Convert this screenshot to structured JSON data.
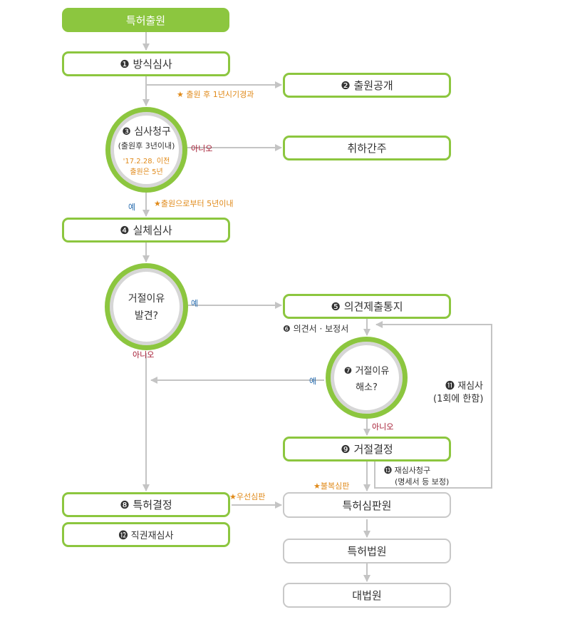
{
  "nodes": {
    "filing": "특허출원",
    "formal_exam": "❶ 방식심사",
    "publication": "❷ 출원공개",
    "exam_request_title": "❸ 심사청구",
    "exam_request_sub": "(출원후 3년이내)",
    "exam_request_note1": "'17.2.28. 이전",
    "exam_request_note2": "출원은 5년",
    "deemed_withdrawn": "취하간주",
    "substantive_exam": "❹ 실체심사",
    "rejection_found_1": "거절이유",
    "rejection_found_2": "발견?",
    "notice_opinion": "❺ 의견제출통지",
    "rejection_resolved_1": "❼ 거절이유",
    "rejection_resolved_2": "해소?",
    "rejection_decision": "❾ 거절결정",
    "patent_decision": "❽ 특허결정",
    "ex_officio_reexam": "⓬ 직권재심사",
    "patent_tribunal": "특허심판원",
    "patent_court": "특허법원",
    "supreme_court": "대법원"
  },
  "labels": {
    "pub_note": "★ 출원 후 1년시기경과",
    "no_1": "아니오",
    "yes_1": "예",
    "request_period": "★출원으로부터 5년이내",
    "yes_2": "예",
    "no_2": "아니오",
    "opinion_amend": "❻ 의견서 · 보정서",
    "yes_3": "예",
    "no_3": "아니오",
    "reexam_1": "⓫ 재심사",
    "reexam_2": "(1회에 한함)",
    "reexam_req_1": "⓭ 재심사청구",
    "reexam_req_2": "(명세서 등 보정)",
    "priority": "★우선심판",
    "appeal": "★불복심판"
  },
  "colors": {
    "green": "#8cc63f",
    "gray": "#c8c8c8",
    "arrow": "#c4c4c4",
    "orange": "#e08a1a",
    "red": "#a3172f",
    "blue": "#2c6fb0"
  }
}
